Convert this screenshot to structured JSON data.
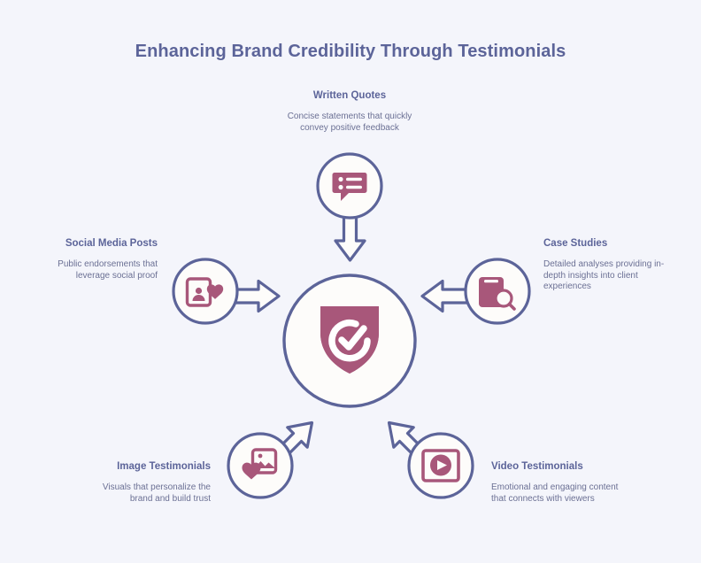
{
  "page": {
    "title": "Enhancing Brand Credibility Through Testimonials",
    "background_color": "#f4f5fb",
    "accent_color": "#a8577a",
    "outline_color": "#5c6499",
    "title_color": "#5c6499",
    "body_text_color": "#6b7094",
    "icon_bg_color": "#fdfcfa"
  },
  "center": {
    "icon": "shield-check-icon",
    "label": ""
  },
  "nodes": [
    {
      "id": "written-quotes",
      "title": "Written Quotes",
      "description": "Concise statements that quickly convey positive feedback",
      "icon": "speech-bubble-list-icon",
      "position": "top"
    },
    {
      "id": "social-media-posts",
      "title": "Social Media Posts",
      "description": "Public endorsements that leverage social proof",
      "icon": "phone-profile-heart-icon",
      "position": "left"
    },
    {
      "id": "case-studies",
      "title": "Case Studies",
      "description": "Detailed analyses providing in-depth insights into client experiences",
      "icon": "book-magnifier-icon",
      "position": "right"
    },
    {
      "id": "image-testimonials",
      "title": "Image Testimonials",
      "description": "Visuals that personalize the brand and build trust",
      "icon": "photo-heart-icon",
      "position": "bottom-left"
    },
    {
      "id": "video-testimonials",
      "title": "Video Testimonials",
      "description": "Emotional and engaging content that connects with viewers",
      "icon": "video-play-icon",
      "position": "bottom-right"
    }
  ]
}
